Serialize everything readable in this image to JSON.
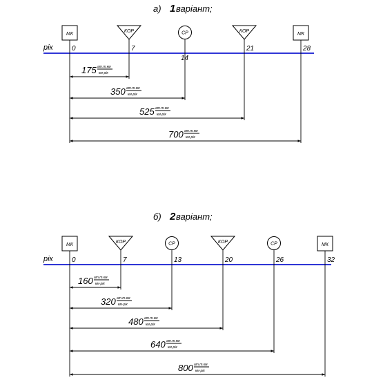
{
  "axis_label": "рік",
  "variants": [
    {
      "heading_prefix": "а)",
      "heading_number": "1",
      "heading_word": "варіант;",
      "nodes": [
        {
          "type": "box",
          "label": "МК",
          "tick": "0"
        },
        {
          "type": "triangle",
          "label": "КОР",
          "tick": "7"
        },
        {
          "type": "circle",
          "label": "СР",
          "tick": "14"
        },
        {
          "type": "triangle",
          "label": "КОР",
          "tick": "21"
        },
        {
          "type": "box",
          "label": "МК",
          "tick": "28"
        }
      ],
      "dimensions": [
        {
          "value": "175",
          "unit_num": "ат.т.км",
          "unit_den": "км·рік"
        },
        {
          "value": "350",
          "unit_num": "ат.т.км",
          "unit_den": "км·рік"
        },
        {
          "value": "525",
          "unit_num": "ат.т.км",
          "unit_den": "км·рік"
        },
        {
          "value": "700",
          "unit_num": "ат.т.км",
          "unit_den": "км·рік"
        }
      ]
    },
    {
      "heading_prefix": "б)",
      "heading_number": "2",
      "heading_word": "варіант;",
      "nodes": [
        {
          "type": "box",
          "label": "МК",
          "tick": "0"
        },
        {
          "type": "triangle",
          "label": "КОР",
          "tick": "7"
        },
        {
          "type": "circle",
          "label": "СР",
          "tick": "13"
        },
        {
          "type": "triangle",
          "label": "КОР",
          "tick": "20"
        },
        {
          "type": "circle",
          "label": "СР",
          "tick": "26"
        },
        {
          "type": "box",
          "label": "МК",
          "tick": "32"
        }
      ],
      "dimensions": [
        {
          "value": "160",
          "unit_num": "ат.т.км",
          "unit_den": "км·рік"
        },
        {
          "value": "320",
          "unit_num": "ат.т.км",
          "unit_den": "км·рік"
        },
        {
          "value": "480",
          "unit_num": "ат.т.км",
          "unit_den": "км·рік"
        },
        {
          "value": "640",
          "unit_num": "ат.т.км",
          "unit_den": "км·рік"
        },
        {
          "value": "800",
          "unit_num": "ат.т.км",
          "unit_den": "км·рік"
        }
      ]
    }
  ]
}
